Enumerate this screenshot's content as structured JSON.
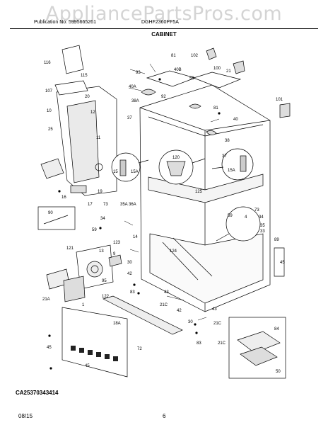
{
  "watermark": "AppliancePartsPros.com",
  "header": {
    "publication": "Publication No: 5995665261",
    "model": "DGHF2360PF5A",
    "section_title": "CABINET"
  },
  "footer": {
    "diagram_code": "CA25370343414",
    "date": "08/15",
    "page": "6"
  },
  "callouts": {
    "c116": "116",
    "c115": "115",
    "c107": "107",
    "c20": "20",
    "c12": "12",
    "c10": "10",
    "c25": "25",
    "c11": "11",
    "c15": "15",
    "c15A": "15A",
    "c19": "19",
    "c16": "16",
    "c17": "17",
    "c90": "90",
    "c73": "73",
    "c35A": "35A",
    "c36A": "36A",
    "c34": "34",
    "c59": "59",
    "c14": "14",
    "c121": "121",
    "c13": "13",
    "c123": "123",
    "c9": "9",
    "c30": "30",
    "c95": "95",
    "c122": "122",
    "c21A": "21A",
    "c1": "1",
    "c45": "45",
    "c18A": "18A",
    "c72": "72",
    "c102": "102",
    "c58": "58",
    "c40B": "40B",
    "c100": "100",
    "c93": "93",
    "c40A": "40A",
    "c92": "92",
    "c38A": "38A",
    "c81": "81",
    "c37": "37",
    "c101": "101",
    "c40": "40",
    "c38": "38",
    "c120": "120",
    "c125": "125",
    "c124": "124",
    "c89": "89",
    "c42": "42",
    "c83": "83",
    "c43": "43",
    "c21C": "21C",
    "c84": "84",
    "c50": "50",
    "c33": "33",
    "c35": "35",
    "c21": "21",
    "c4": "4"
  }
}
